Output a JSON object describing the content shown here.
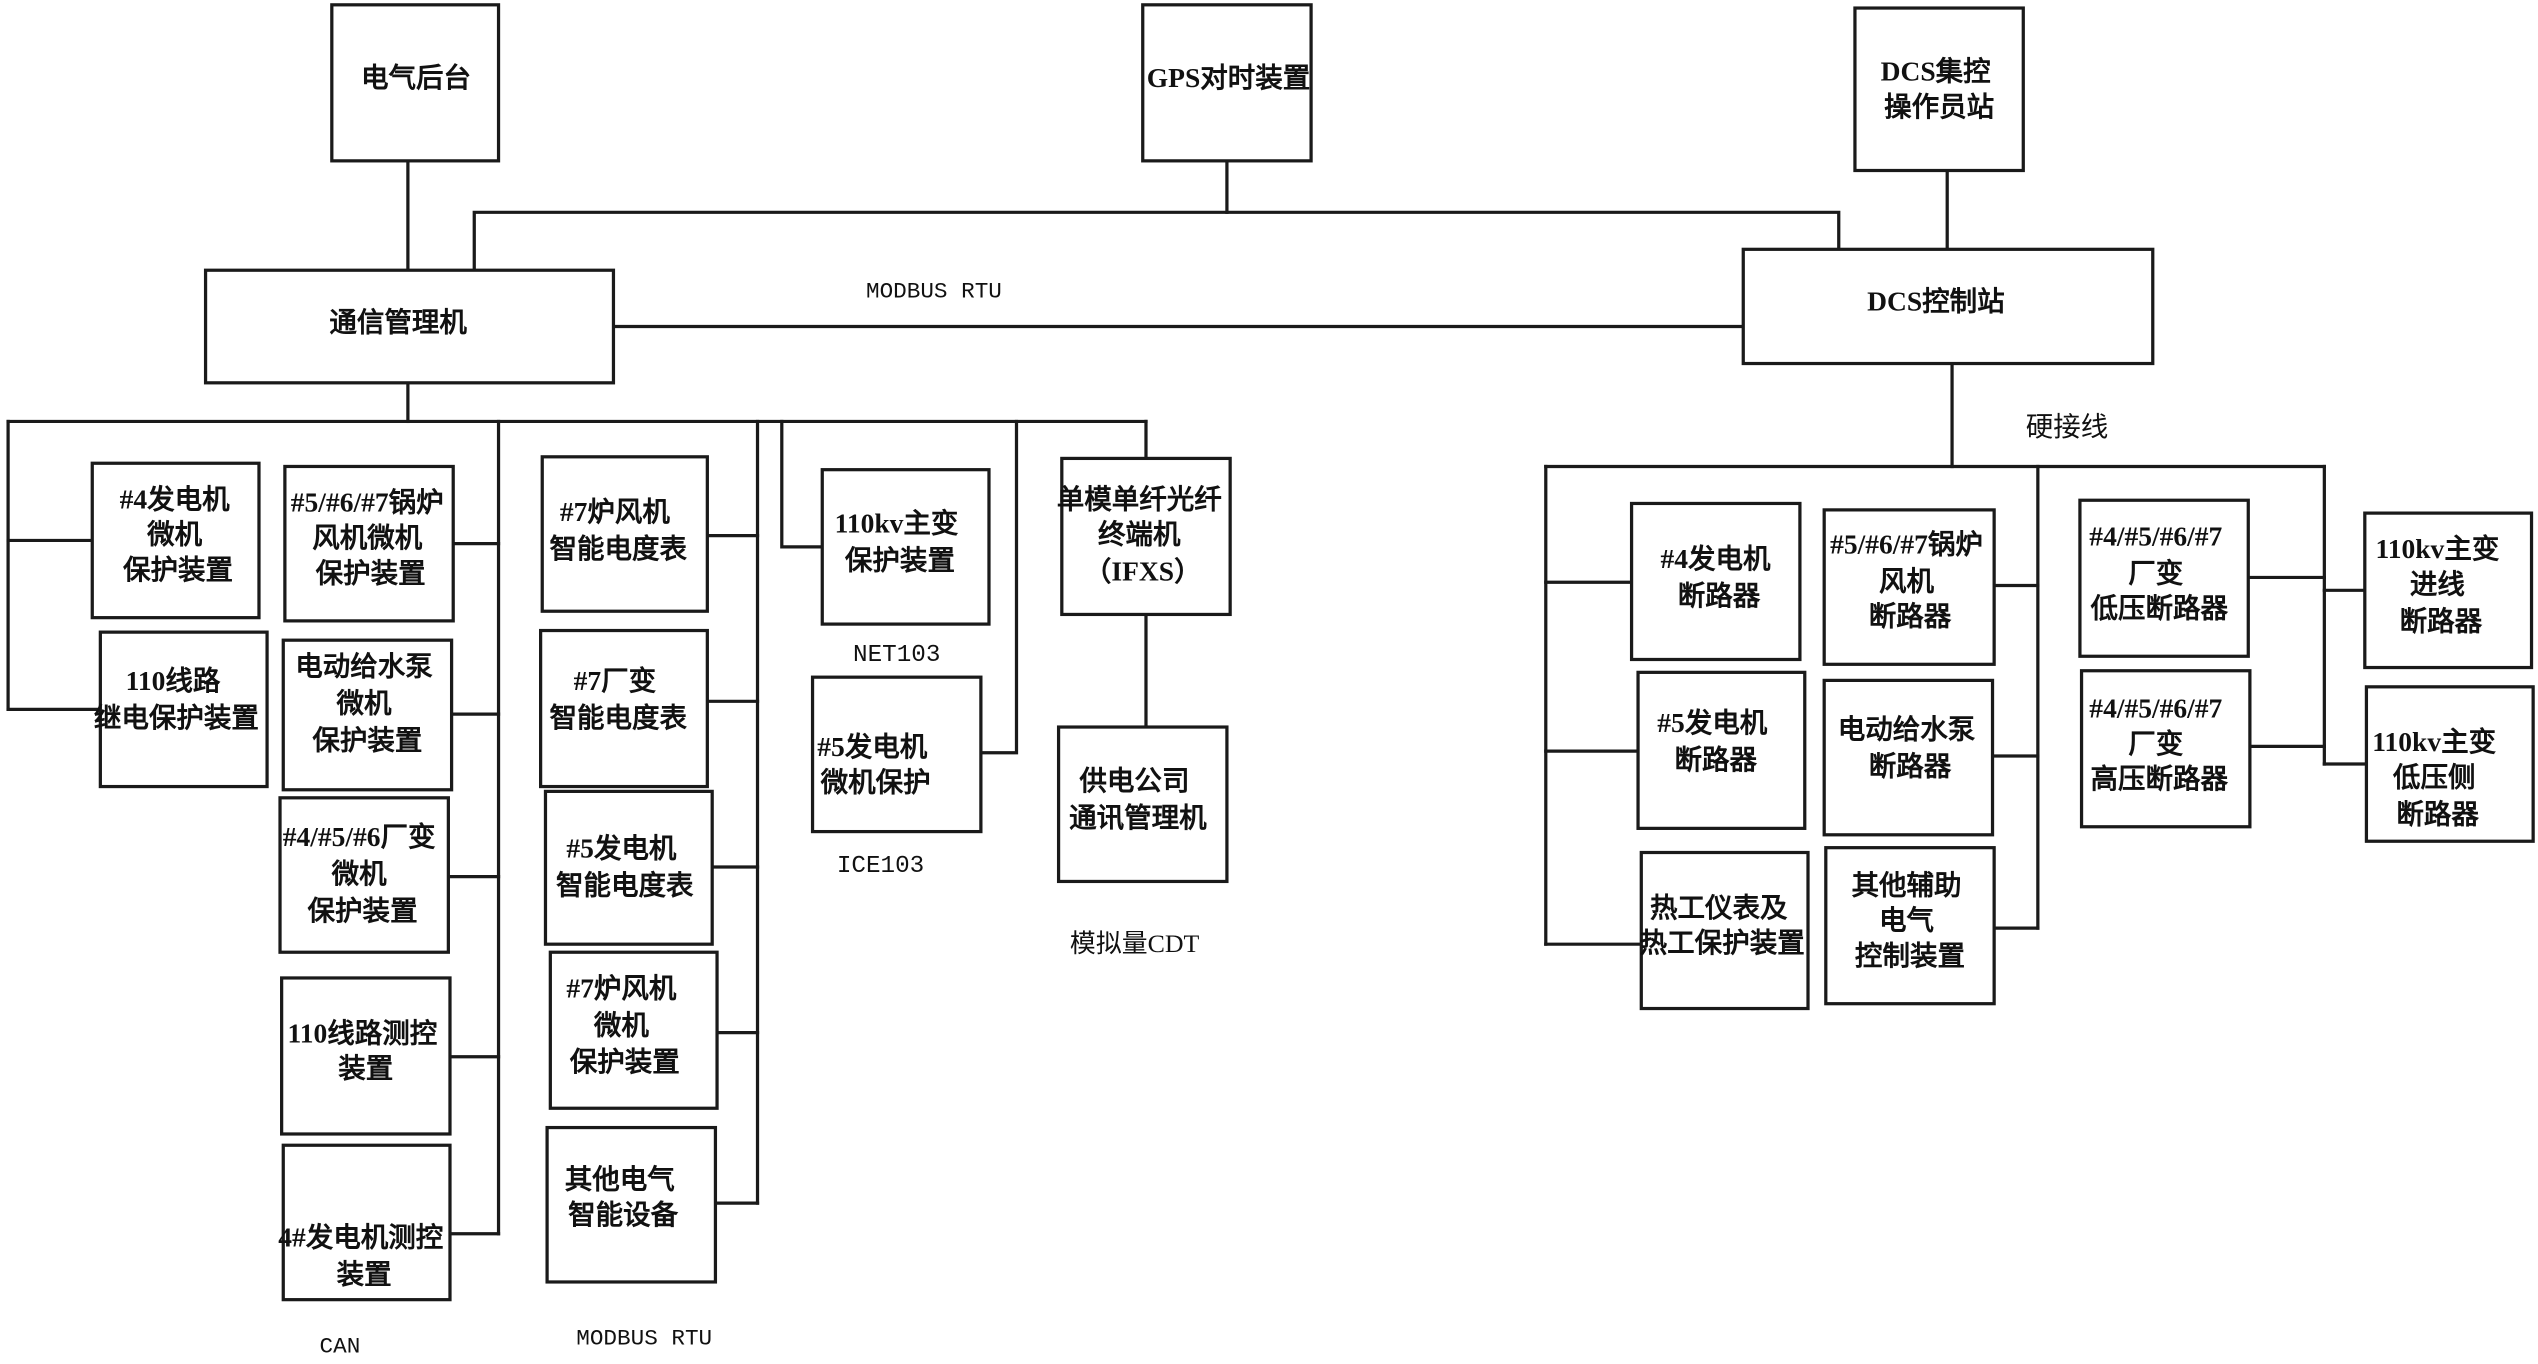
{
  "nodes": {
    "electric_backend": {
      "lines": [
        "电气后台"
      ]
    },
    "gps_clock": {
      "lines": [
        "GPS对时装置"
      ]
    },
    "dcs_operator": {
      "lines": [
        "DCS集控",
        "操作员站"
      ]
    },
    "comm_manager": {
      "lines": [
        "通信管理机"
      ]
    },
    "dcs_control": {
      "lines": [
        "DCS控制站"
      ]
    },
    "gen4_protection": {
      "lines": [
        "#4发电机",
        "微机",
        "保护装置"
      ]
    },
    "line110_relay": {
      "lines": [
        "110线路",
        "继电保护装置"
      ]
    },
    "boiler_fan_protection": {
      "lines": [
        "#5/#6/#7锅炉",
        "风机微机",
        "保护装置"
      ]
    },
    "feedpump_protection": {
      "lines": [
        "电动给水泵",
        "微机",
        "保护装置"
      ]
    },
    "transformer_protection": {
      "lines": [
        "#4/#5/#6厂变",
        "微机",
        "保护装置"
      ]
    },
    "line110_control": {
      "lines": [
        "110线路测控",
        "装置"
      ]
    },
    "gen4_control": {
      "lines": [
        "4#发电机测控",
        "装置"
      ]
    },
    "fan7_meter": {
      "lines": [
        "#7炉风机",
        "智能电度表"
      ]
    },
    "transformer7_meter": {
      "lines": [
        "#7厂变",
        "智能电度表"
      ]
    },
    "gen5_meter": {
      "lines": [
        "#5发电机",
        "智能电度表"
      ]
    },
    "fan7_protection": {
      "lines": [
        "#7炉风机",
        "微机",
        "保护装置"
      ]
    },
    "other_electrical": {
      "lines": [
        "其他电气",
        "智能设备"
      ]
    },
    "main110_protection": {
      "lines": [
        "110kv主变",
        "保护装置"
      ]
    },
    "gen5_protection": {
      "lines": [
        "#5发电机",
        "微机保护"
      ]
    },
    "fiber_terminal": {
      "lines": [
        "单模单纤光纤",
        "终端机",
        "（IFXS）"
      ]
    },
    "utility_comm": {
      "lines": [
        "供电公司",
        "通讯管理机"
      ]
    },
    "gen4_breaker": {
      "lines": [
        "#4发电机",
        "断路器"
      ]
    },
    "gen5_breaker": {
      "lines": [
        "#5发电机",
        "断路器"
      ]
    },
    "thermal_instruments": {
      "lines": [
        "热工仪表及",
        "热工保护装置"
      ]
    },
    "boiler_fan_breaker": {
      "lines": [
        "#5/#6/#7锅炉",
        "风机",
        "断路器"
      ]
    },
    "feedpump_breaker": {
      "lines": [
        "电动给水泵",
        "断路器"
      ]
    },
    "other_aux_control": {
      "lines": [
        "其他辅助",
        "电气",
        "控制装置"
      ]
    },
    "transformer_lv_breaker": {
      "lines": [
        "#4/#5/#6/#7",
        "厂变",
        "低压断路器"
      ]
    },
    "transformer_hv_breaker": {
      "lines": [
        "#4/#5/#6/#7",
        "厂变",
        "高压断路器"
      ]
    },
    "main110_incoming_breaker": {
      "lines": [
        "110kv主变",
        "进线",
        "断路器"
      ]
    },
    "main110_lv_breaker": {
      "lines": [
        "110kv主变",
        "低压侧",
        "断路器"
      ]
    }
  },
  "labels": {
    "modbus_top": "MODBUS RTU",
    "hardwire": "硬接线",
    "net103": "NET103",
    "ice103": "ICE103",
    "analog_cdt": "模拟量CDT",
    "can": "CAN",
    "modbus_bottom": "MODBUS RTU"
  }
}
